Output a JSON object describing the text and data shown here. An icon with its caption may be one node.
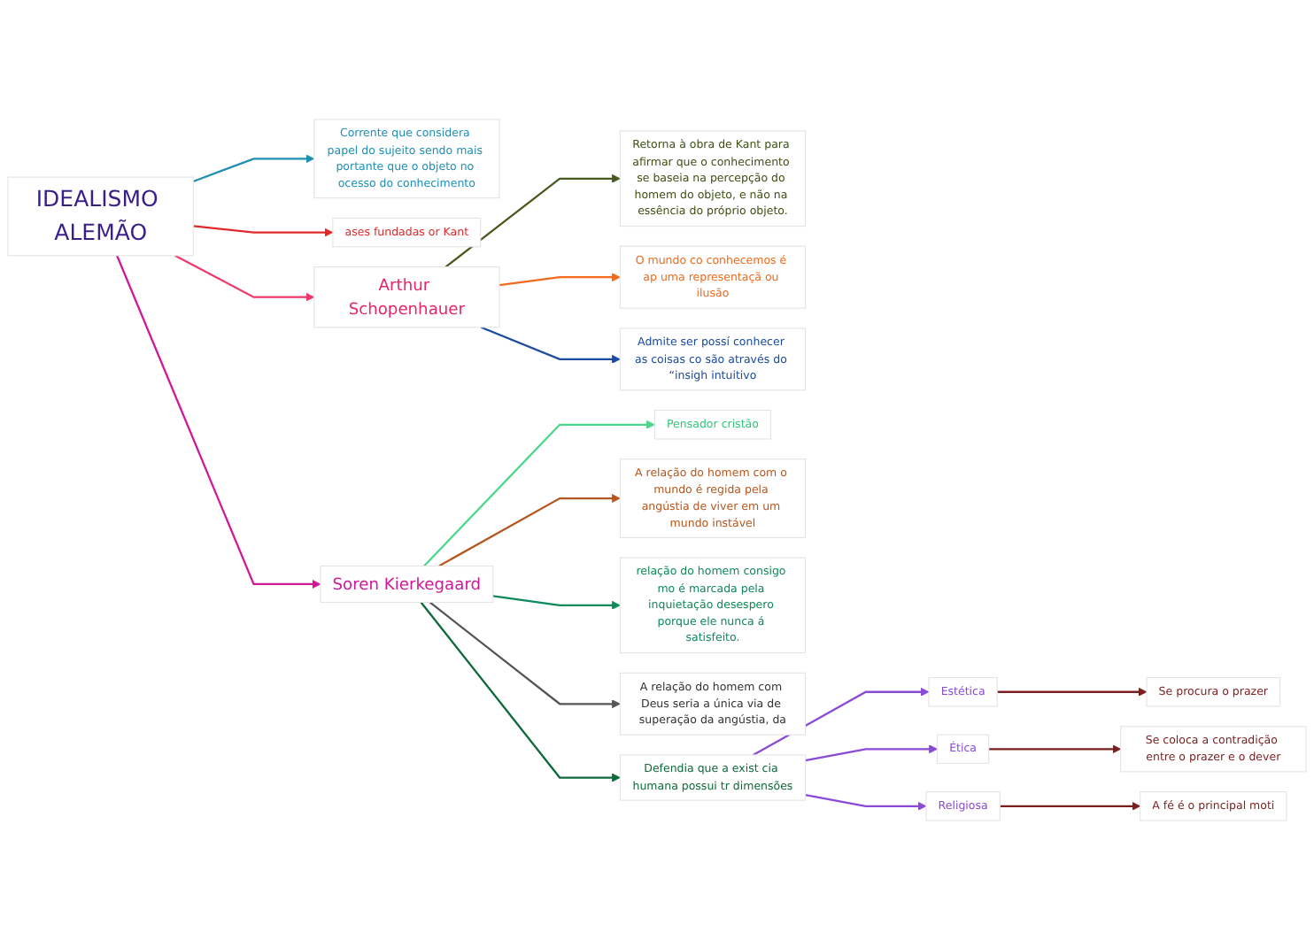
{
  "diagram": {
    "nodes": [
      {
        "text": [
          "IDEALISMO ALEMÃO"
        ]
      },
      {
        "text": [
          "Corrente que considera papel do sujeito sendo mais portante que o objeto no ocesso do conhecimento"
        ]
      },
      {
        "text": [
          "ases fundadas or Kant"
        ]
      },
      {
        "text": [
          "Arthur Schopenhauer"
        ]
      },
      {
        "text": [
          "Retorna à obra de Kant para afirmar que o conhecimento se baseia na percepção do homem do objeto, e não na essência do próprio objeto."
        ]
      },
      {
        "text": [
          "O mundo co conhecemos é ap uma representaçã ou ilusão"
        ]
      },
      {
        "text": [
          "Admite ser possí conhecer as coisas co são através do “insigh intuitivo"
        ]
      },
      {
        "text": [
          "Soren Kierkegaard"
        ]
      },
      {
        "text": [
          "Pensador cristão"
        ]
      },
      {
        "text": [
          "A relação do homem com o mundo é regida pela angústia de viver em um mundo instável"
        ]
      },
      {
        "text": [
          "relação do homem consigo mo é marcada pela inquietação desespero porque ele nunca á satisfeito."
        ]
      },
      {
        "text": [
          "A relação do homem com Deus seria a única via de superação da angústia, da"
        ]
      },
      {
        "text": [
          "Defendia que a exist cia humana possui tr dimensões"
        ]
      },
      {
        "text": [
          "Estética"
        ]
      },
      {
        "text": [
          "Se procura o prazer"
        ]
      },
      {
        "text": [
          "Ética"
        ]
      },
      {
        "text": [
          "Se coloca a contradição entre o prazer e o dever"
        ]
      },
      {
        "text": [
          "Religiosa"
        ]
      },
      {
        "text": [
          "A fé é o principal moti"
        ]
      }
    ],
    "edges": [
      {
        "from": 0,
        "to": 1,
        "arrow": "to",
        "color": "#1e8fb5"
      },
      {
        "from": 0,
        "to": 2,
        "arrow": "to",
        "color": "#e02a2a"
      },
      {
        "from": 0,
        "to": 3,
        "arrow": "to",
        "color": "#f0386b"
      },
      {
        "from": 3,
        "to": 4,
        "arrow": "to",
        "color": "#4a5a1e"
      },
      {
        "from": 3,
        "to": 5,
        "arrow": "to",
        "color": "#f26a1b"
      },
      {
        "from": 3,
        "to": 6,
        "arrow": "to",
        "color": "#1b4ba0"
      },
      {
        "from": 0,
        "to": 7,
        "arrow": "to",
        "color": "#d0189a"
      },
      {
        "from": 7,
        "to": 8,
        "arrow": "to",
        "color": "#4cd68a"
      },
      {
        "from": 7,
        "to": 9,
        "arrow": "to",
        "color": "#b5561e"
      },
      {
        "from": 7,
        "to": 10,
        "arrow": "to",
        "color": "#0e8a5a"
      },
      {
        "from": 7,
        "to": 11,
        "arrow": "to",
        "color": "#555555"
      },
      {
        "from": 7,
        "to": 12,
        "arrow": "to",
        "color": "#0e6a3a"
      },
      {
        "from": 12,
        "to": 13,
        "arrow": "to",
        "color": "#8a4ad6"
      },
      {
        "from": 13,
        "to": 14,
        "arrow": "to",
        "color": "#7a1e1e"
      },
      {
        "from": 12,
        "to": 15,
        "arrow": "to",
        "color": "#8a4ad6"
      },
      {
        "from": 15,
        "to": 16,
        "arrow": "to",
        "color": "#7a1e1e"
      },
      {
        "from": 12,
        "to": 17,
        "arrow": "to",
        "color": "#8a4ad6"
      },
      {
        "from": 17,
        "to": 18,
        "arrow": "to",
        "color": "#7a1e1e"
      }
    ]
  }
}
